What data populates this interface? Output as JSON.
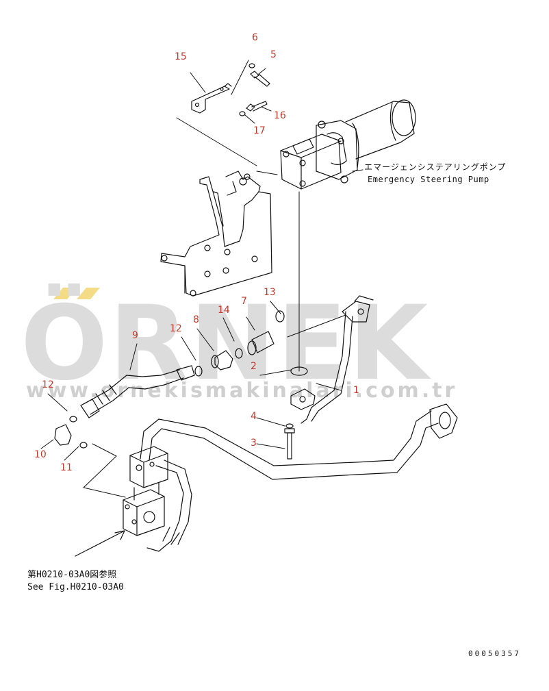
{
  "callouts": [
    "6",
    "5",
    "15",
    "16",
    "17",
    "13",
    "7",
    "14",
    "8",
    "12",
    "9",
    "2",
    "1",
    "4",
    "3",
    "12",
    "10",
    "11"
  ],
  "pump_label": {
    "japanese": "エマージェンシステアリングポンプ",
    "english": "Emergency Steering Pump"
  },
  "reference": {
    "japanese": "第H0210-03A0図参照",
    "english": "See Fig.H0210-03A0"
  },
  "part_code": "00050357",
  "watermark": {
    "brand": "ÖRNEK",
    "url": "www.ornekismakinalari.com.tr"
  },
  "colors": {
    "line": "#111111",
    "callout": "#c23b2e",
    "watermark": "#d9d9d9",
    "watermark_accent": "#f4dc86"
  }
}
